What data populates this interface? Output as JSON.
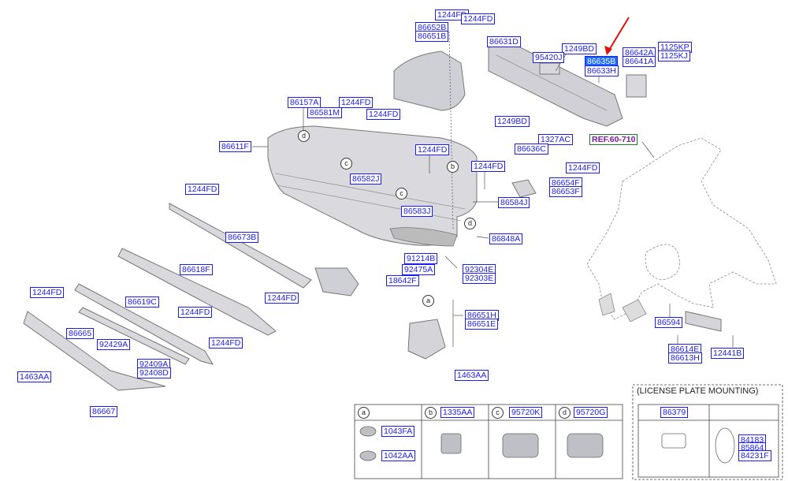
{
  "labels": {
    "l1244fd_a": "1244FD",
    "l1244fd_b": "1244FD",
    "l86652b": "86652B",
    "l86651b": "86651B",
    "l86631d": "86631D",
    "l1249bd_a": "1249BD",
    "l95420j": "95420J",
    "l86635b": "86635B",
    "l86633h": "86633H",
    "l86642a": "86642A",
    "l86641a": "86641A",
    "l1125kp": "1125KP",
    "l1125kj": "1125KJ",
    "l86157a": "86157A",
    "l1244fd_c": "1244FD",
    "l86581m": "86581M",
    "l1244fd_d": "1244FD",
    "l1249bd_b": "1249BD",
    "l1327ac": "1327AC",
    "l86636c": "86636C",
    "l86611f": "86611F",
    "lref": "REF.60-710",
    "l1244fd_e": "1244FD",
    "l1244fd_f": "1244FD",
    "l1244fd_g": "1244FD",
    "l86582j": "86582J",
    "l86654f": "86654F",
    "l86653f": "86653F",
    "l1244fd_h": "1244FD",
    "l86583j": "86583J",
    "l86584j": "86584J",
    "l86673b": "86673B",
    "l86848a": "86848A",
    "l91214b": "91214B",
    "l92304e": "92304E",
    "l92475a": "92475A",
    "l92303e": "92303E",
    "l86618f": "86618F",
    "l18642f": "18642F",
    "l1244fd_i": "1244FD",
    "l1244fd_j": "1244FD",
    "l86619c": "86619C",
    "l86651h": "86651H",
    "l86651e": "86651E",
    "l1244fd_k": "1244FD",
    "l86665": "86665",
    "l92429a": "92429A",
    "l1244fd_l": "1244FD",
    "l86594": "86594",
    "l86614e": "86614E",
    "l86613h": "86613H",
    "l12441b": "12441B",
    "l92409a": "92409A",
    "l92408d": "92408D",
    "l1463aa_a": "1463AA",
    "l1463aa_b": "1463AA",
    "l86667": "86667",
    "l1335aa": "1335AA",
    "l95720k": "95720K",
    "l95720g": "95720G",
    "l1043fa": "1043FA",
    "l1042aa": "1042AA",
    "l86379": "86379",
    "l84183": "84183",
    "l85864": "85864",
    "l84231f": "84231F"
  },
  "letters": {
    "ca": "a",
    "cb": "b",
    "cc": "c",
    "cd": "d",
    "c_d1": "d",
    "c_c1": "c",
    "c_b1": "b",
    "c_c2": "c",
    "c_d2": "d",
    "c_a2": "a"
  },
  "license_panel": {
    "title": "(LICENSE PLATE MOUNTING)"
  },
  "colors": {
    "label": "#1a1aff",
    "highlight": "#1a6bff",
    "arrow": "#e01010",
    "line": "#555555"
  }
}
